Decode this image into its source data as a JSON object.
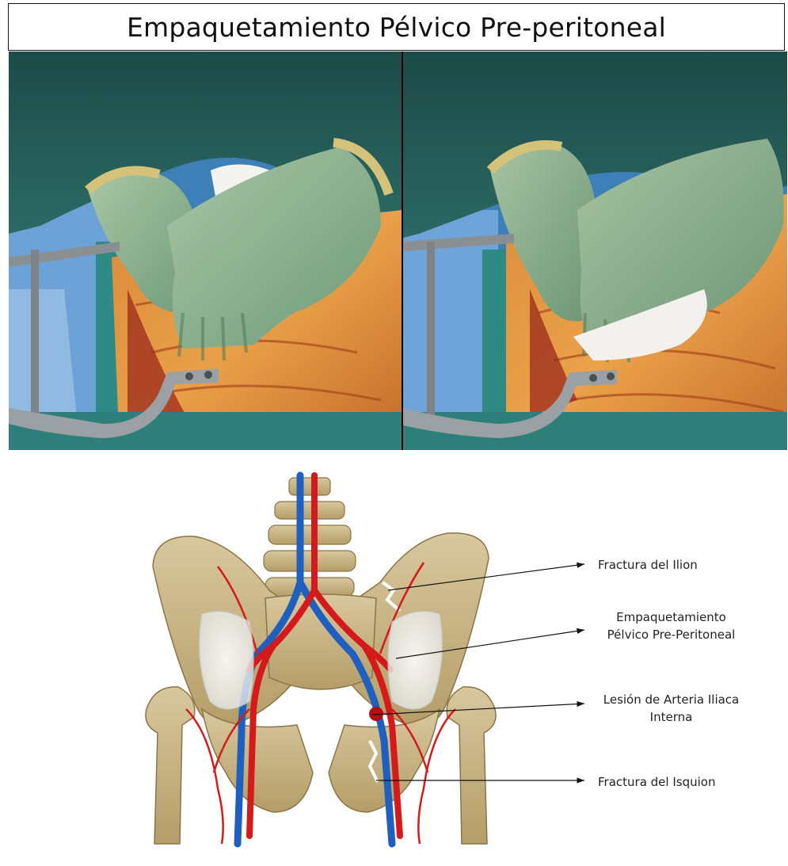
{
  "title": "Empaquetamiento Pélvico Pre-peritoneal",
  "photos": [
    {
      "name": "surgical-photo-packing-insertion"
    },
    {
      "name": "surgical-photo-packing-placed"
    }
  ],
  "diagram": {
    "colors": {
      "artery": "#d41a1a",
      "vein": "#1f5fbf",
      "bone": "#c9b486",
      "packing": "#eef0f0"
    }
  },
  "callouts": {
    "ilion": "Fractura  del Ilion",
    "packing_line1": "Empaquetamiento",
    "packing_line2": "Pélvico Pre-Peritoneal",
    "artery_line1": "Lesión de Arteria Iliaca",
    "artery_line2": "Interna",
    "isquion": "Fractura del Isquion"
  }
}
